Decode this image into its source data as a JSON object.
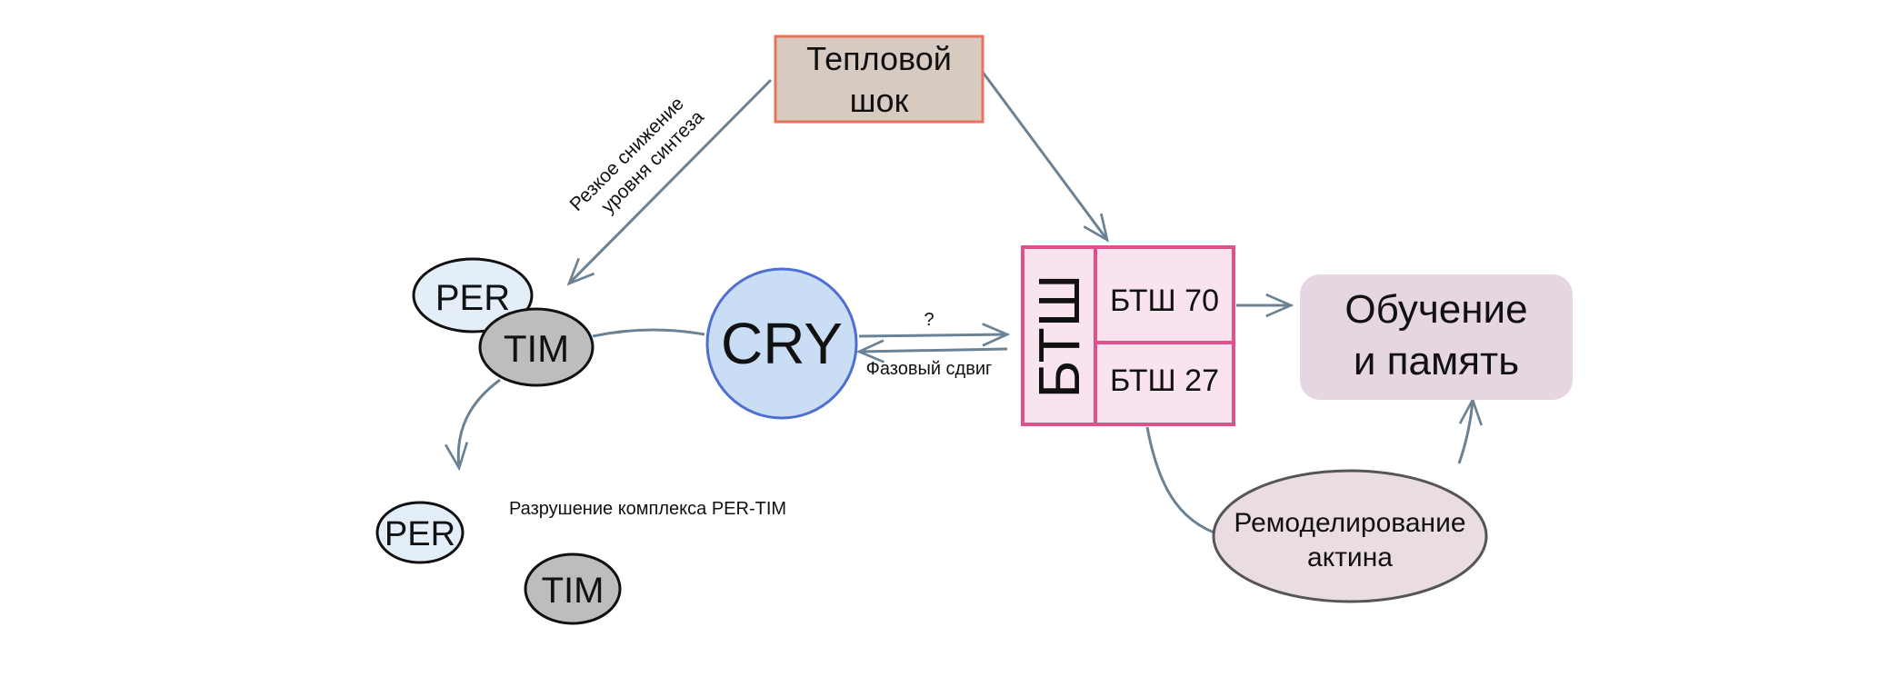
{
  "nodes": {
    "heat_shock": {
      "line1": "Тепловой",
      "line2": "шок"
    },
    "per_complex": "PER",
    "tim_complex": "TIM",
    "cry": "CRY",
    "hsp": {
      "title": "БТШ",
      "hsp70": "БТШ 70",
      "hsp27": "БТШ 27"
    },
    "learning": {
      "line1": "Обучение",
      "line2": "и память"
    },
    "actin": {
      "line1": "Ремоделирование",
      "line2": "актина"
    },
    "per_free": "PER",
    "tim_free": "TIM"
  },
  "labels": {
    "synthesis_drop_line1": "Резкое снижение",
    "synthesis_drop_line2": "уровня синтеза",
    "question": "?",
    "phase_shift": "Фазовый сдвиг",
    "complex_breakdown": "Разрушение комплекса PER-TIM"
  },
  "colors": {
    "arrow": "#6b8294",
    "heat_fill": "#d7cbc1",
    "heat_border": "#e8735a",
    "per_fill": "#e3eef9",
    "tim_fill": "#bdbdbd",
    "cry_fill": "#c9def5",
    "cry_border": "#4e6fd0",
    "hsp_border": "#e0508a",
    "hsp_fill": "#f8e3ef",
    "learning_fill": "#e6d6e2",
    "actin_fill": "#e9dde3"
  }
}
